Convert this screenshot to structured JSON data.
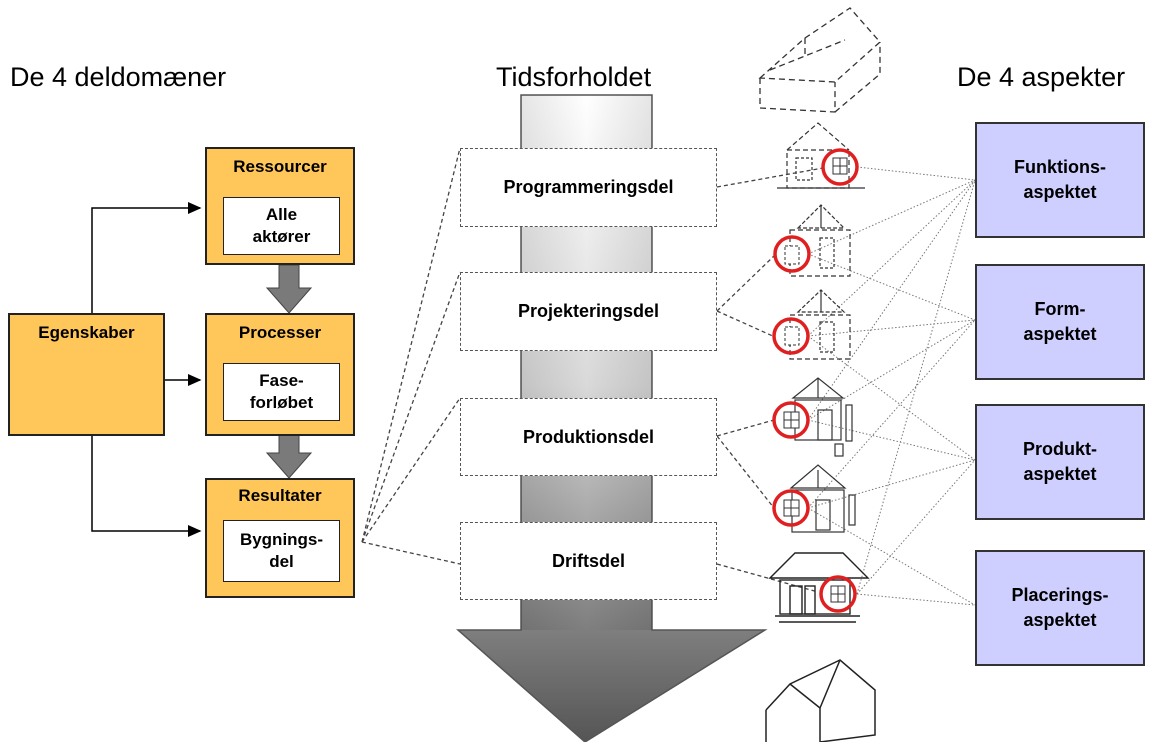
{
  "headings": {
    "left": "De 4 deldomæner",
    "middle": "Tidsforholdet",
    "right": "De 4 aspekter"
  },
  "domains": {
    "egenskaber": "Egenskaber",
    "ressourcer": {
      "title": "Ressourcer",
      "inner": "Alle\naktører"
    },
    "processer": {
      "title": "Processer",
      "inner": "Fase-\nforløbet"
    },
    "resultater": {
      "title": "Resultater",
      "inner": "Bygnings-\ndel"
    }
  },
  "time_parts": [
    "Programmeringsdel",
    "Projekteringsdel",
    "Produktionsdel",
    "Driftsdel"
  ],
  "aspects": [
    "Funktions-\naspektet",
    "Form-\naspektet",
    "Produkt-\naspektet",
    "Placerings-\naspektet"
  ],
  "colors": {
    "domain_fill": "#ffc65a",
    "aspect_fill": "#cfcfff",
    "highlight_circle": "#e02020"
  }
}
